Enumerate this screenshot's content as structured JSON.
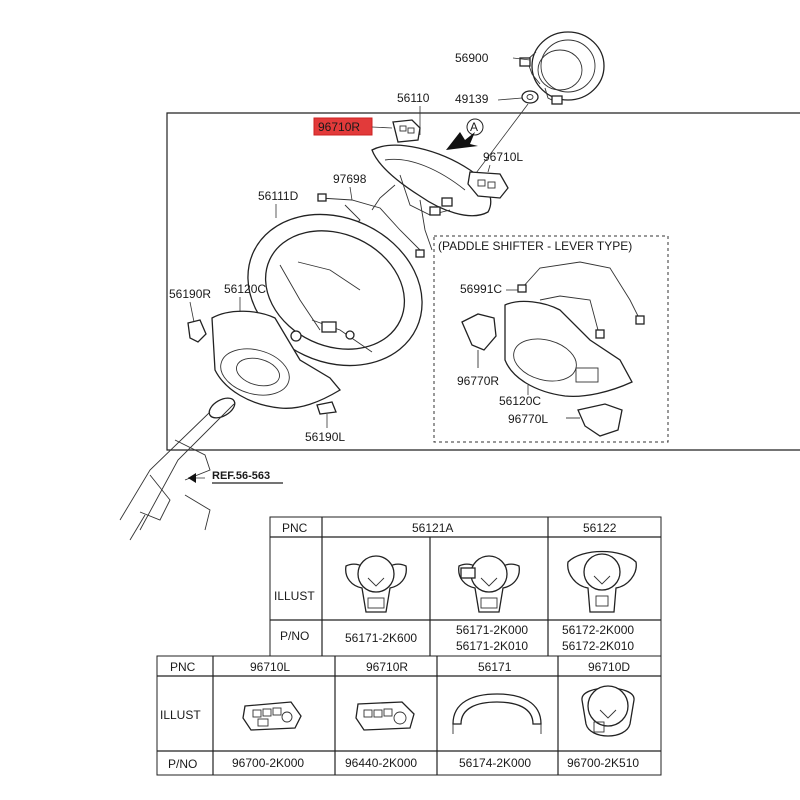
{
  "callouts": {
    "c56900": "56900",
    "c56110": "56110",
    "c49139": "49139",
    "c96710R": "96710R",
    "c96710L": "96710L",
    "c97698": "97698",
    "c56111D": "56111D",
    "c56190R": "56190R",
    "c56120C": "56120C",
    "c56190L": "56190L",
    "viewA": "A",
    "ref": "REF.56-563"
  },
  "inset": {
    "title": "(PADDLE SHIFTER - LEVER TYPE)",
    "c56991C": "56991C",
    "c96770R": "96770R",
    "c56120C": "56120C",
    "c96770L": "96770L"
  },
  "highlight_color": "#e23a3a",
  "table_top": {
    "header": {
      "label": "PNC",
      "cols": [
        "56121A",
        "56122"
      ]
    },
    "illust_label": "ILLUST",
    "pno_label": "P/NO",
    "pno": [
      "56171-2K600",
      "56171-2K000",
      "56171-2K010",
      "56172-2K000",
      "56172-2K010"
    ]
  },
  "table_bottom": {
    "header": {
      "label": "PNC",
      "cols": [
        "96710L",
        "96710R",
        "56171",
        "96710D"
      ]
    },
    "illust_label": "ILLUST",
    "pno_label": "P/NO",
    "pno": [
      "96700-2K000",
      "96440-2K000",
      "56174-2K000",
      "96700-2K510"
    ]
  }
}
